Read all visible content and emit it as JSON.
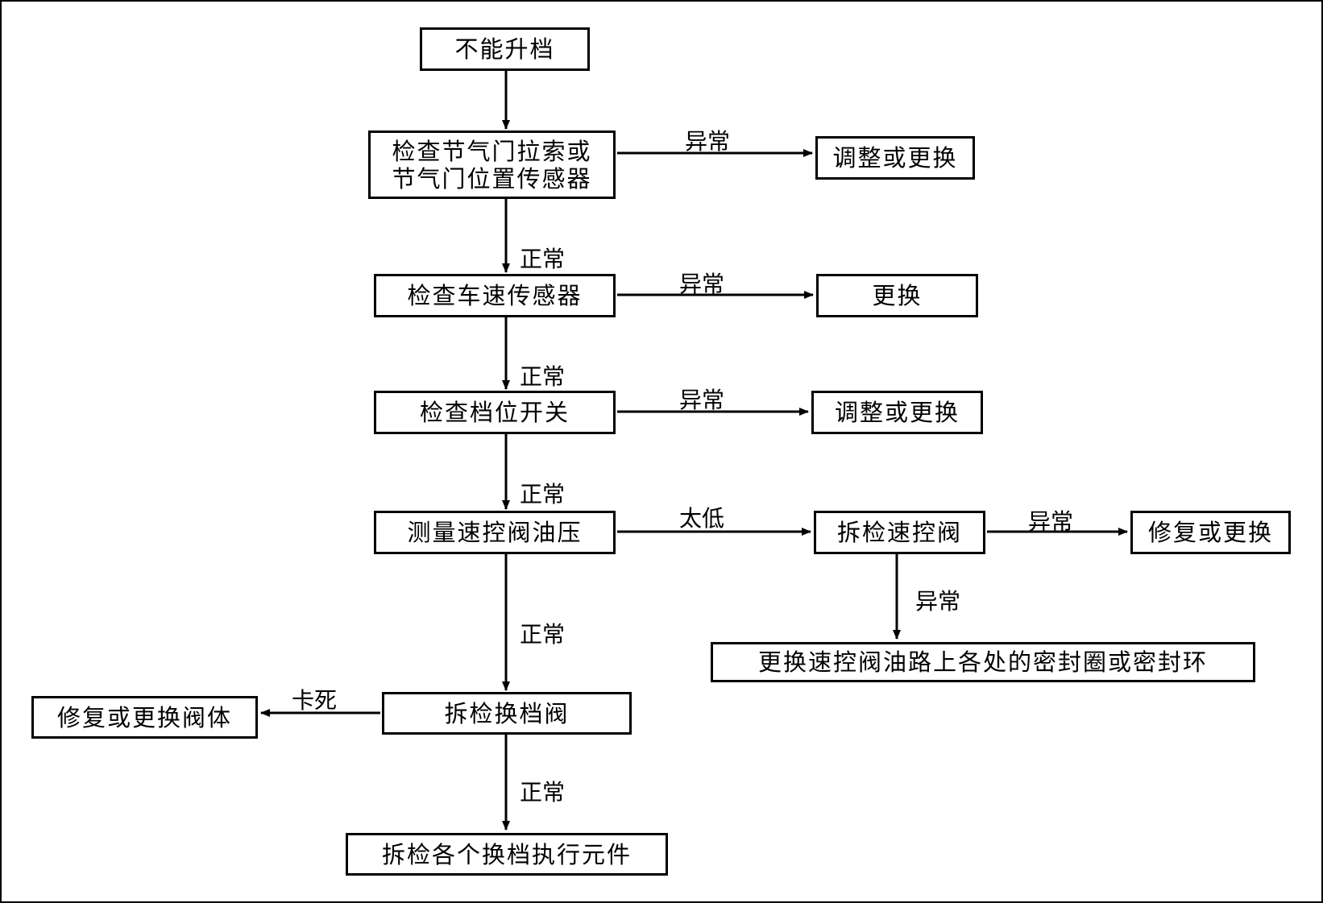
{
  "title": "不能升档 故障诊断流程",
  "nodes": [
    {
      "id": "start",
      "text": "不能升档"
    },
    {
      "id": "check_throttle",
      "text": "检查节气门拉索或\n节气门位置传感器"
    },
    {
      "id": "fix_throttle",
      "text": "调整或更换"
    },
    {
      "id": "check_speed_sensor",
      "text": "检查车速传感器"
    },
    {
      "id": "replace_speed_sensor",
      "text": "更换"
    },
    {
      "id": "check_gear_switch",
      "text": "检查档位开关"
    },
    {
      "id": "fix_gear_switch",
      "text": "调整或更换"
    },
    {
      "id": "measure_governor_pressure",
      "text": "测量速控阀油压"
    },
    {
      "id": "inspect_governor",
      "text": "拆检速控阀"
    },
    {
      "id": "repair_governor",
      "text": "修复或更换"
    },
    {
      "id": "replace_seals",
      "text": "更换速控阀油路上各处的密封圈或密封环"
    },
    {
      "id": "inspect_shift_valve",
      "text": "拆检换档阀"
    },
    {
      "id": "repair_valve_body",
      "text": "修复或更换阀体"
    },
    {
      "id": "inspect_shift_elements",
      "text": "拆检各个换档执行元件"
    }
  ],
  "edges": [
    {
      "from": "start",
      "to": "check_throttle",
      "label": ""
    },
    {
      "from": "check_throttle",
      "to": "fix_throttle",
      "label": "异常"
    },
    {
      "from": "check_throttle",
      "to": "check_speed_sensor",
      "label": "正常"
    },
    {
      "from": "check_speed_sensor",
      "to": "replace_speed_sensor",
      "label": "异常"
    },
    {
      "from": "check_speed_sensor",
      "to": "check_gear_switch",
      "label": "正常"
    },
    {
      "from": "check_gear_switch",
      "to": "fix_gear_switch",
      "label": "异常"
    },
    {
      "from": "check_gear_switch",
      "to": "measure_governor_pressure",
      "label": "正常"
    },
    {
      "from": "measure_governor_pressure",
      "to": "inspect_governor",
      "label": "太低"
    },
    {
      "from": "inspect_governor",
      "to": "repair_governor",
      "label": "异常"
    },
    {
      "from": "inspect_governor",
      "to": "replace_seals",
      "label": "异常"
    },
    {
      "from": "measure_governor_pressure",
      "to": "inspect_shift_valve",
      "label": "正常"
    },
    {
      "from": "inspect_shift_valve",
      "to": "repair_valve_body",
      "label": "卡死"
    },
    {
      "from": "inspect_shift_valve",
      "to": "inspect_shift_elements",
      "label": "正常"
    }
  ]
}
